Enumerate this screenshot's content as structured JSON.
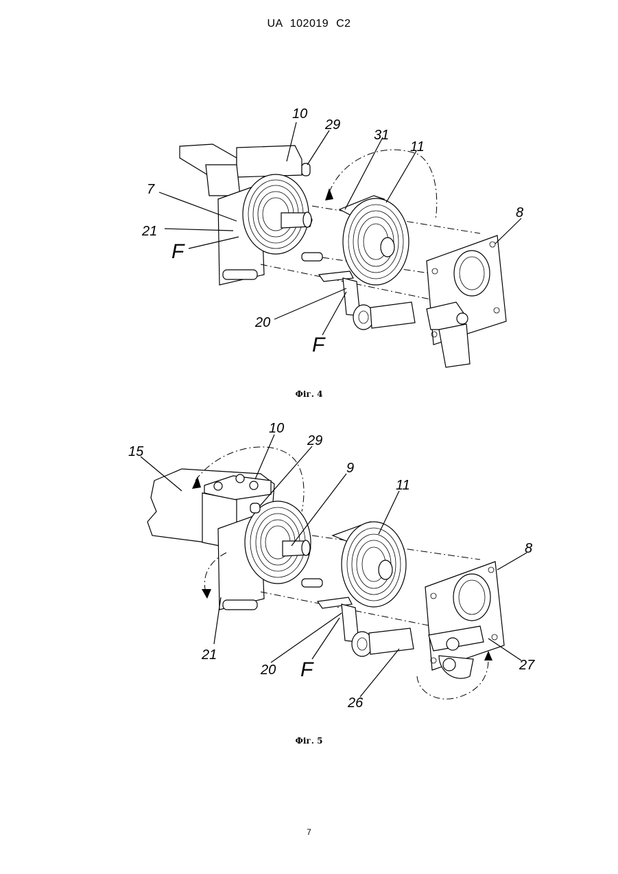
{
  "header": {
    "patent_id": "UA   102019   C2"
  },
  "figures": [
    {
      "caption": "Фіг. 4",
      "labels": {
        "l10": "10",
        "l29": "29",
        "l31": "31",
        "l11": "11",
        "l7": "7",
        "l8": "8",
        "l21": "21",
        "lF1": "F",
        "l20": "20",
        "lF2": "F"
      }
    },
    {
      "caption": "Фіг. 5",
      "labels": {
        "l15": "15",
        "l10": "10",
        "l29": "29",
        "l9": "9",
        "l11": "11",
        "l8": "8",
        "l21": "21",
        "l20": "20",
        "lF": "F",
        "l26": "26",
        "l27": "27"
      }
    }
  ],
  "page_number": "7"
}
